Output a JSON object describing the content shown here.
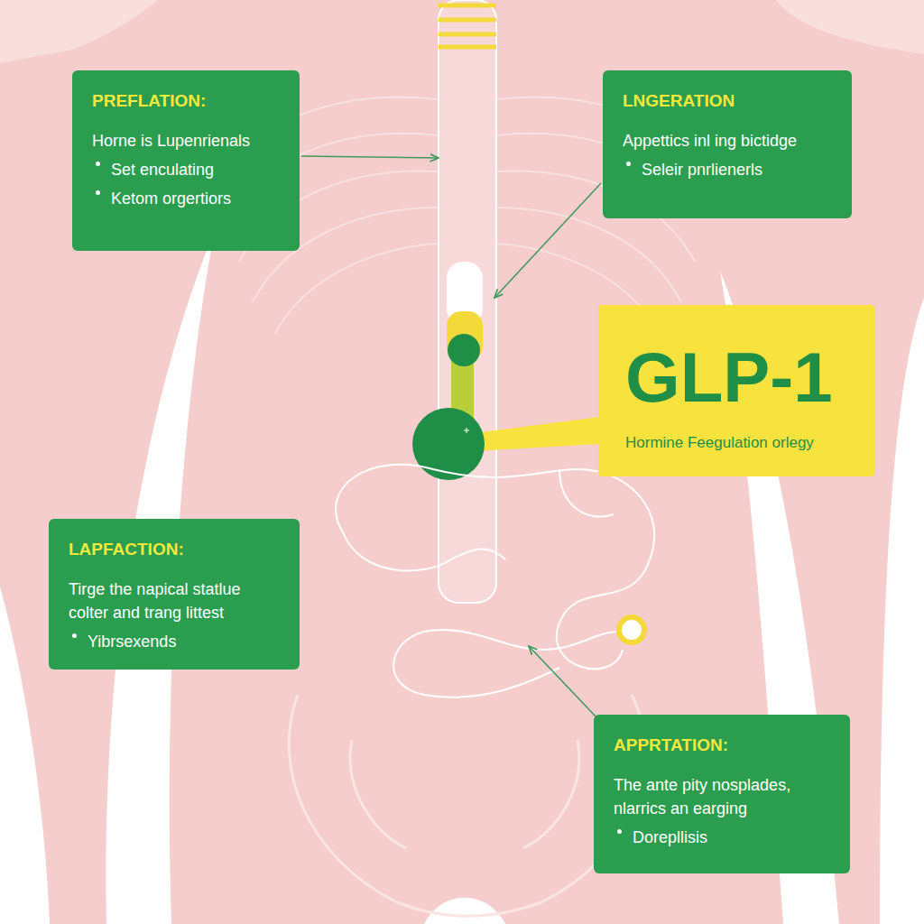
{
  "diagram": {
    "nodes": [
      {
        "text": [
          "PREFLATION:",
          "Horne is Lupenrienals",
          "Set enculating",
          "Ketom orgertiors"
        ]
      },
      {
        "text": [
          "LNGERATION",
          "Appettics inl ing bictidge",
          "Seleir pnrlienerls"
        ]
      },
      {
        "text": [
          "GLP-1",
          "Hormine Feegulation orlegy"
        ]
      },
      {
        "text": [
          "LAPFACTION:",
          "Tirge the napical statlue colter and trang littest",
          "Yibrsexends"
        ]
      },
      {
        "text": [
          "APPRTATION:",
          "The ante pity nosplades, nlarrics an earging",
          "Dorepllisis"
        ]
      }
    ]
  }
}
